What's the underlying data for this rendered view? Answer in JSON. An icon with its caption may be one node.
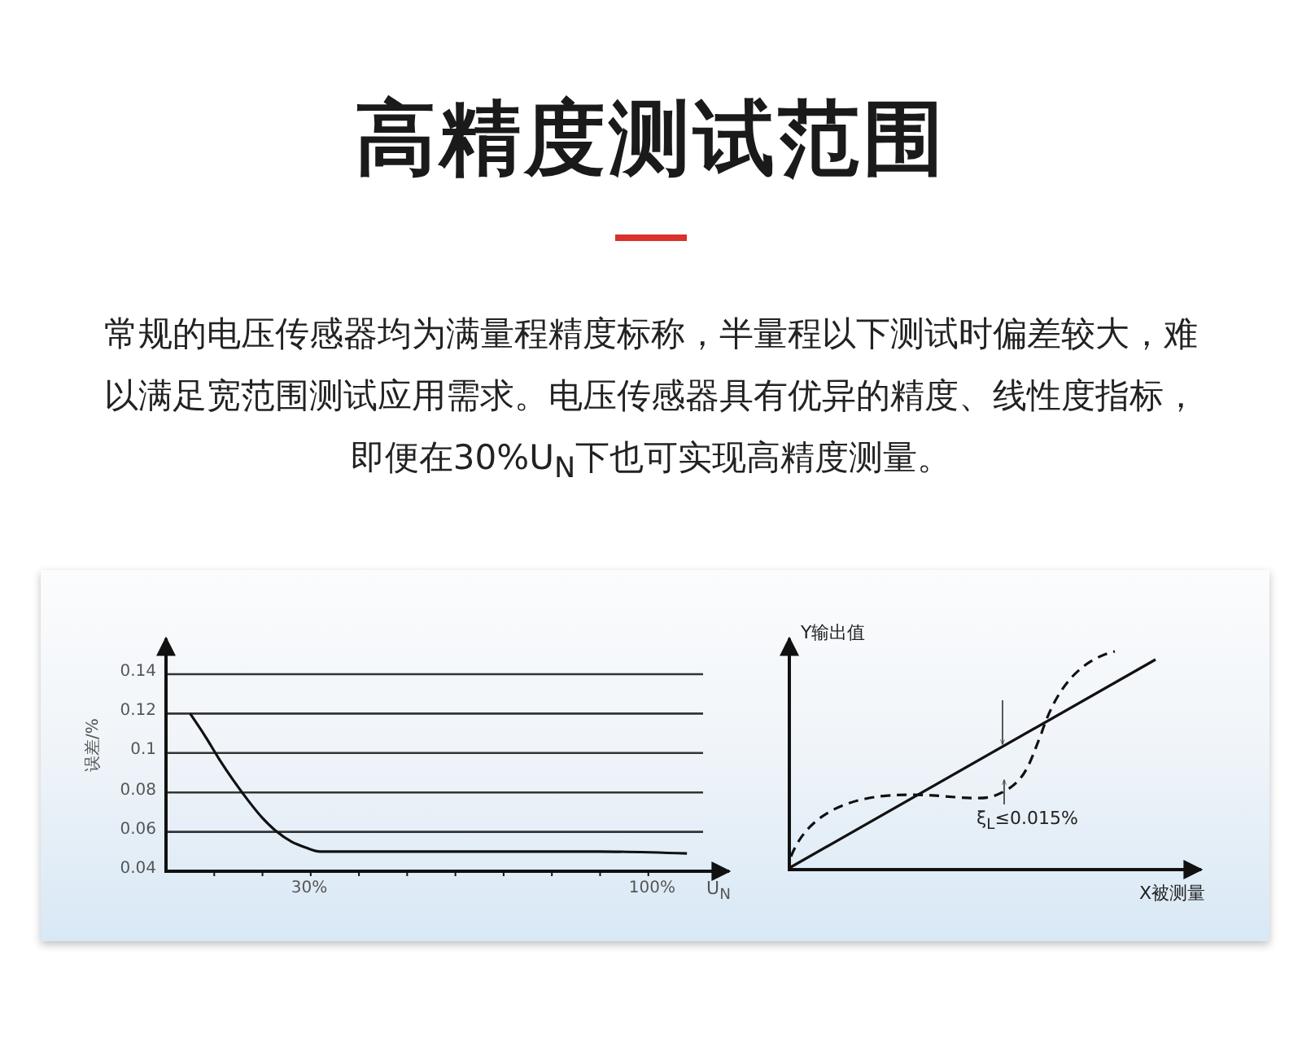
{
  "diagram": {
    "title": "高精度测试范围",
    "labels": [
      "常规的电压传感器均为满量程精度标称，半量程以下测试时偏差较大，难以满足宽范围测试应用需求。电压传感器具有优异的精度、线性度指标，即便在30%U$_{N}$下也可实现高精度测量。",
      "Y输出值",
      "ξ$_{L}$≤0.015%",
      "X被测量"
    ],
    "chart_data": {
      "type": "line",
      "grid": true,
      "xlabel": "U$_{N}$",
      "ylabel": "误差/%",
      "xlim": [
        0,
        110
      ],
      "ylim": [
        0.04,
        0.14
      ],
      "xticks": [
        {
          "value": 30,
          "label": "30%"
        },
        {
          "value": 100,
          "label": "100%"
        }
      ],
      "yticks": [
        0.04,
        0.06,
        0.08,
        0.1,
        0.12,
        0.14
      ],
      "x": [
        5,
        8,
        11,
        14,
        17,
        20,
        23,
        26,
        29,
        32,
        50,
        70,
        90,
        108
      ],
      "series": [
        {
          "color": "#111111",
          "values": [
            0.12,
            0.109,
            0.097,
            0.086,
            0.076,
            0.067,
            0.06,
            0.055,
            0.052,
            0.05,
            0.05,
            0.05,
            0.05,
            0.049
          ]
        }
      ]
    }
  }
}
